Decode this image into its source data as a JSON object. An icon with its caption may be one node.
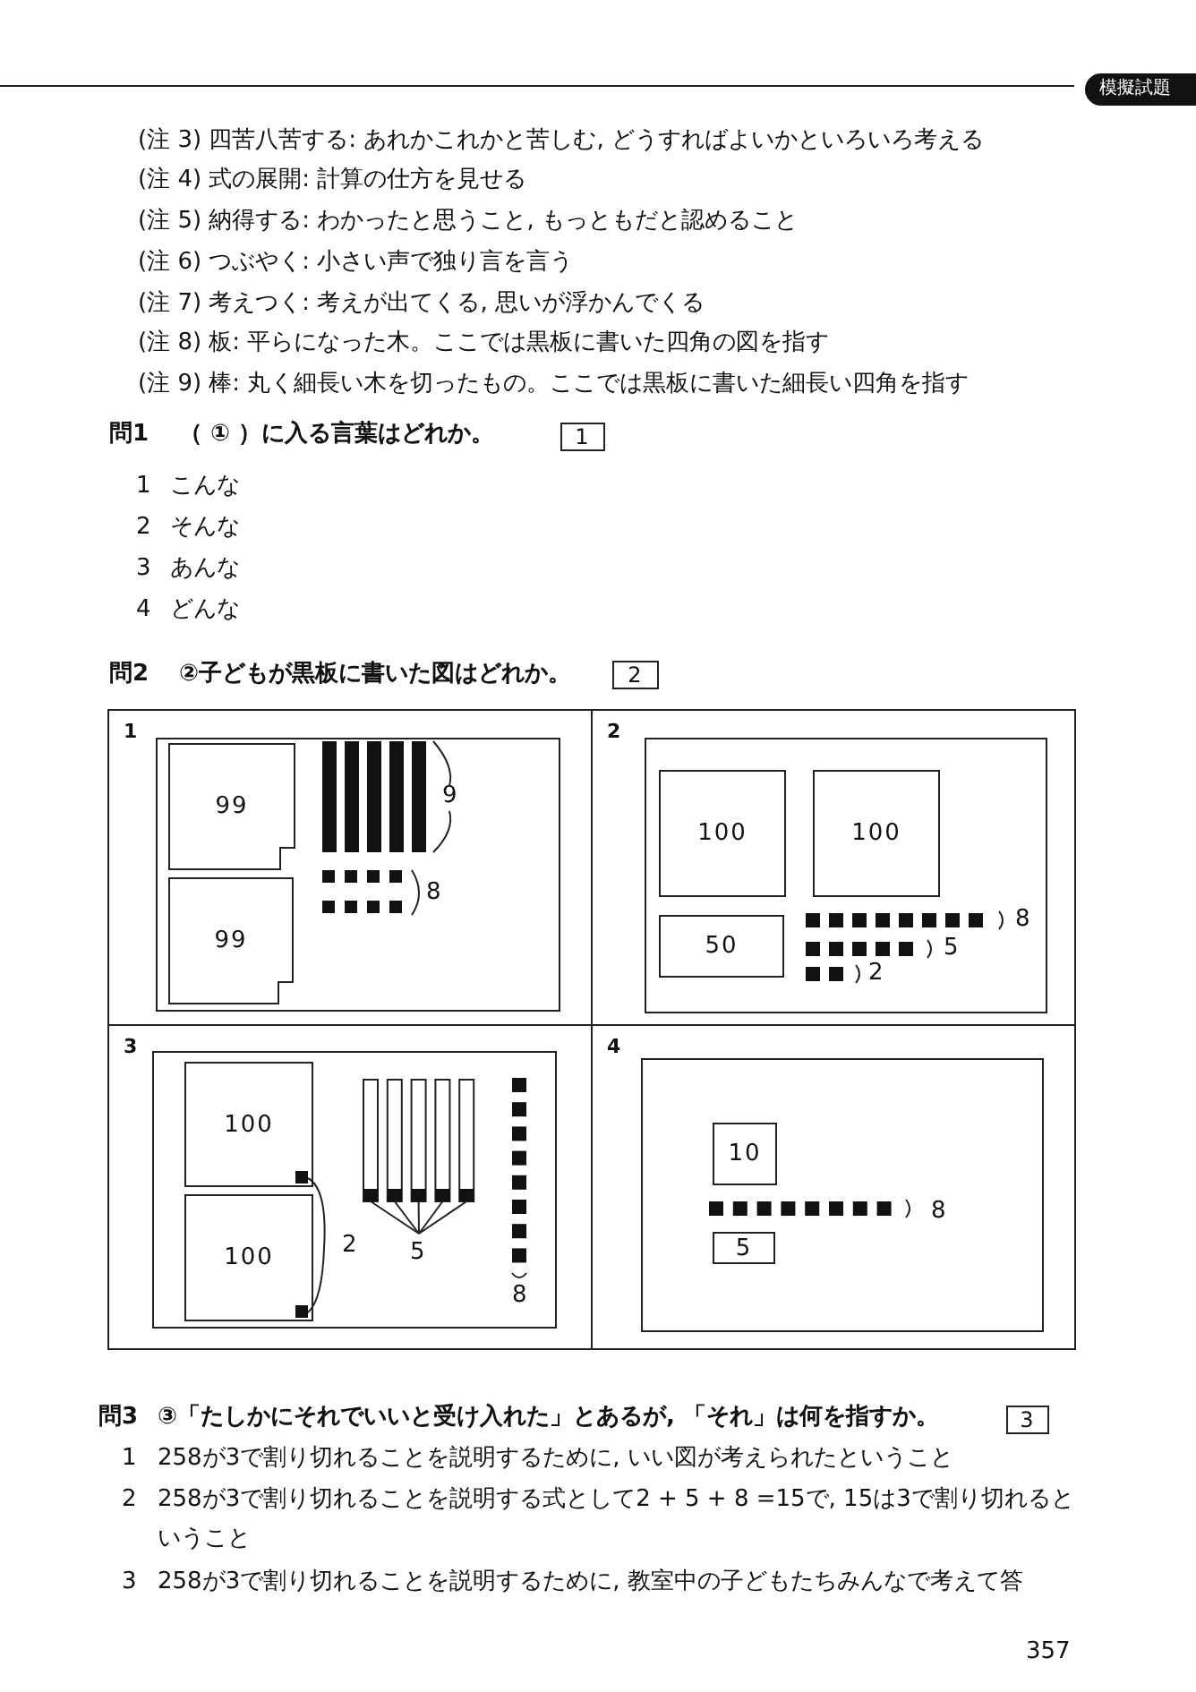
{
  "diagram": {
    "nodes": [
      {
        "text": [
          "1"
        ]
      },
      {
        "text": [
          "2"
        ]
      },
      {
        "text": [
          "1"
        ]
      },
      {
        "text": [],
        "shape": "box",
        "in": 2
      },
      {
        "text": [
          "99"
        ],
        "in": 3
      },
      {
        "text": [
          "99"
        ],
        "in": 3
      },
      {
        "text": [
          "2"
        ]
      },
      {
        "text": [],
        "shape": "box",
        "in": 6
      },
      {
        "text": [
          "100"
        ],
        "in": 7
      },
      {
        "text": [
          "100"
        ],
        "in": 7
      },
      {
        "text": [
          "50"
        ],
        "in": 7
      },
      {
        "text": [
          "3"
        ]
      },
      {
        "text": [],
        "shape": "box",
        "in": 11
      },
      {
        "text": [
          "100"
        ],
        "in": 12
      },
      {
        "text": [
          "100"
        ],
        "in": 12
      },
      {
        "text": [
          "4"
        ]
      },
      {
        "text": [],
        "shape": "box",
        "in": 15
      },
      {
        "text": [
          "10"
        ],
        "in": 16
      },
      {
        "text": [
          "5"
        ],
        "in": 16
      },
      {
        "text": [
          "3"
        ]
      }
    ],
    "labels": [
      "模擬試題",
      "(注 3) 四苦八苦する: あれかこれかと苦しむ, どうすればよいかといろいろ考える",
      "(注 4) 式の展開: 計算の仕方を見せる",
      "(注 5) 納得する: わかったと思うこと, もっともだと認めること",
      "(注 6) つぶやく: 小さい声で独り言を言う",
      "(注 7) 考えつく: 考えが出てくる, 思いが浮かんでくる",
      "(注 8) 板: 平らになった木。ここでは黒板に書いた四角の図を指す",
      "(注 9) 棒: 丸く細長い木を切ったもの。ここでは黒板に書いた細長い四角を指す",
      "問1",
      "（ ① ）に入る言葉はどれか。",
      "1",
      "こんな",
      "2",
      "そんな",
      "3",
      "あんな",
      "4",
      "どんな",
      "問2",
      "②子どもが黒板に書いた図はどれか。",
      "9",
      "8",
      "8",
      "5",
      "2",
      "2",
      "5",
      "8",
      "8",
      "問3",
      "③「たしかにそれでいいと受け入れた」とあるが, 「それ」は何を指すか。",
      "1",
      "258が3で割り切れることを説明するために, いい図が考えられたということ",
      "2",
      "258が3で割り切れることを説明する式として2 + 5 + 8 =15で, 15は3で割り切れるということ",
      "3",
      "258が3で割り切れることを説明するために, 教室中の子どもたちみんなで考えて答",
      "357"
    ]
  }
}
